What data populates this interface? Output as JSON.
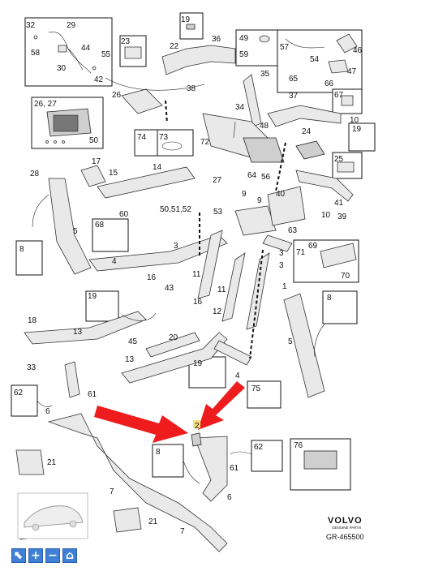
{
  "labels": {
    "l1": "1",
    "l2": "2",
    "l3a": "3",
    "l3b": "3",
    "l3c": "3",
    "l4a": "4",
    "l4b": "4",
    "l5a": "5",
    "l5b": "5",
    "l6a": "6",
    "l6b": "6",
    "l7a": "7",
    "l7b": "7",
    "l8a": "8",
    "l8b": "8",
    "l8c": "8",
    "l9a": "9",
    "l9b": "9",
    "l10a": "10",
    "l10b": "10",
    "l11a": "11",
    "l11b": "11",
    "l12": "12",
    "l13a": "13",
    "l13b": "13",
    "l14": "14",
    "l15": "15",
    "l16a": "16",
    "l16b": "16",
    "l17": "17",
    "l18": "18",
    "l19a": "19",
    "l19b": "19",
    "l19c": "19",
    "l19d": "19",
    "l20": "20",
    "l21a": "21",
    "l21b": "21",
    "l22": "22",
    "l23": "23",
    "l24": "24",
    "l25": "25",
    "l26": "26, 27",
    "l26b": "26",
    "l27": "27",
    "l28": "28",
    "l29": "29",
    "l30": "30",
    "l32": "32",
    "l33": "33",
    "l34": "34",
    "l35": "35",
    "l36": "36",
    "l37": "37",
    "l38": "38",
    "l39": "39",
    "l40": "40",
    "l41": "41",
    "l42": "42",
    "l43": "43",
    "l44": "44",
    "l45": "45",
    "l46": "46",
    "l47": "47",
    "l48": "48",
    "l49": "49",
    "l50a": "50",
    "l50b": "50,51,52",
    "l53": "53",
    "l54": "54",
    "l55": "55",
    "l56": "56",
    "l57": "57",
    "l58": "58",
    "l59": "59",
    "l60": "60",
    "l61a": "61",
    "l61b": "61",
    "l62a": "62",
    "l62b": "62",
    "l63": "63",
    "l64": "64",
    "l65": "65",
    "l66": "66",
    "l67": "67",
    "l68": "68",
    "l69": "69",
    "l70": "70",
    "l71": "71",
    "l72": "72",
    "l73": "73",
    "l74": "74",
    "l75": "75",
    "l76": "76"
  },
  "brand": {
    "name": "VOLVO",
    "sub": "GENUINE PARTS",
    "ref": "GR-465500"
  },
  "colors": {
    "arrow": "#ee1c1c",
    "highlight": "#f3e27a",
    "toolbar": "#3f7fd6"
  },
  "toolbar": [
    {
      "icon": "cursor-icon",
      "glyph": "⬉"
    },
    {
      "icon": "zoom-in-icon",
      "glyph": "+"
    },
    {
      "icon": "zoom-out-icon",
      "glyph": "−"
    },
    {
      "icon": "home-icon",
      "glyph": "⌂"
    }
  ]
}
